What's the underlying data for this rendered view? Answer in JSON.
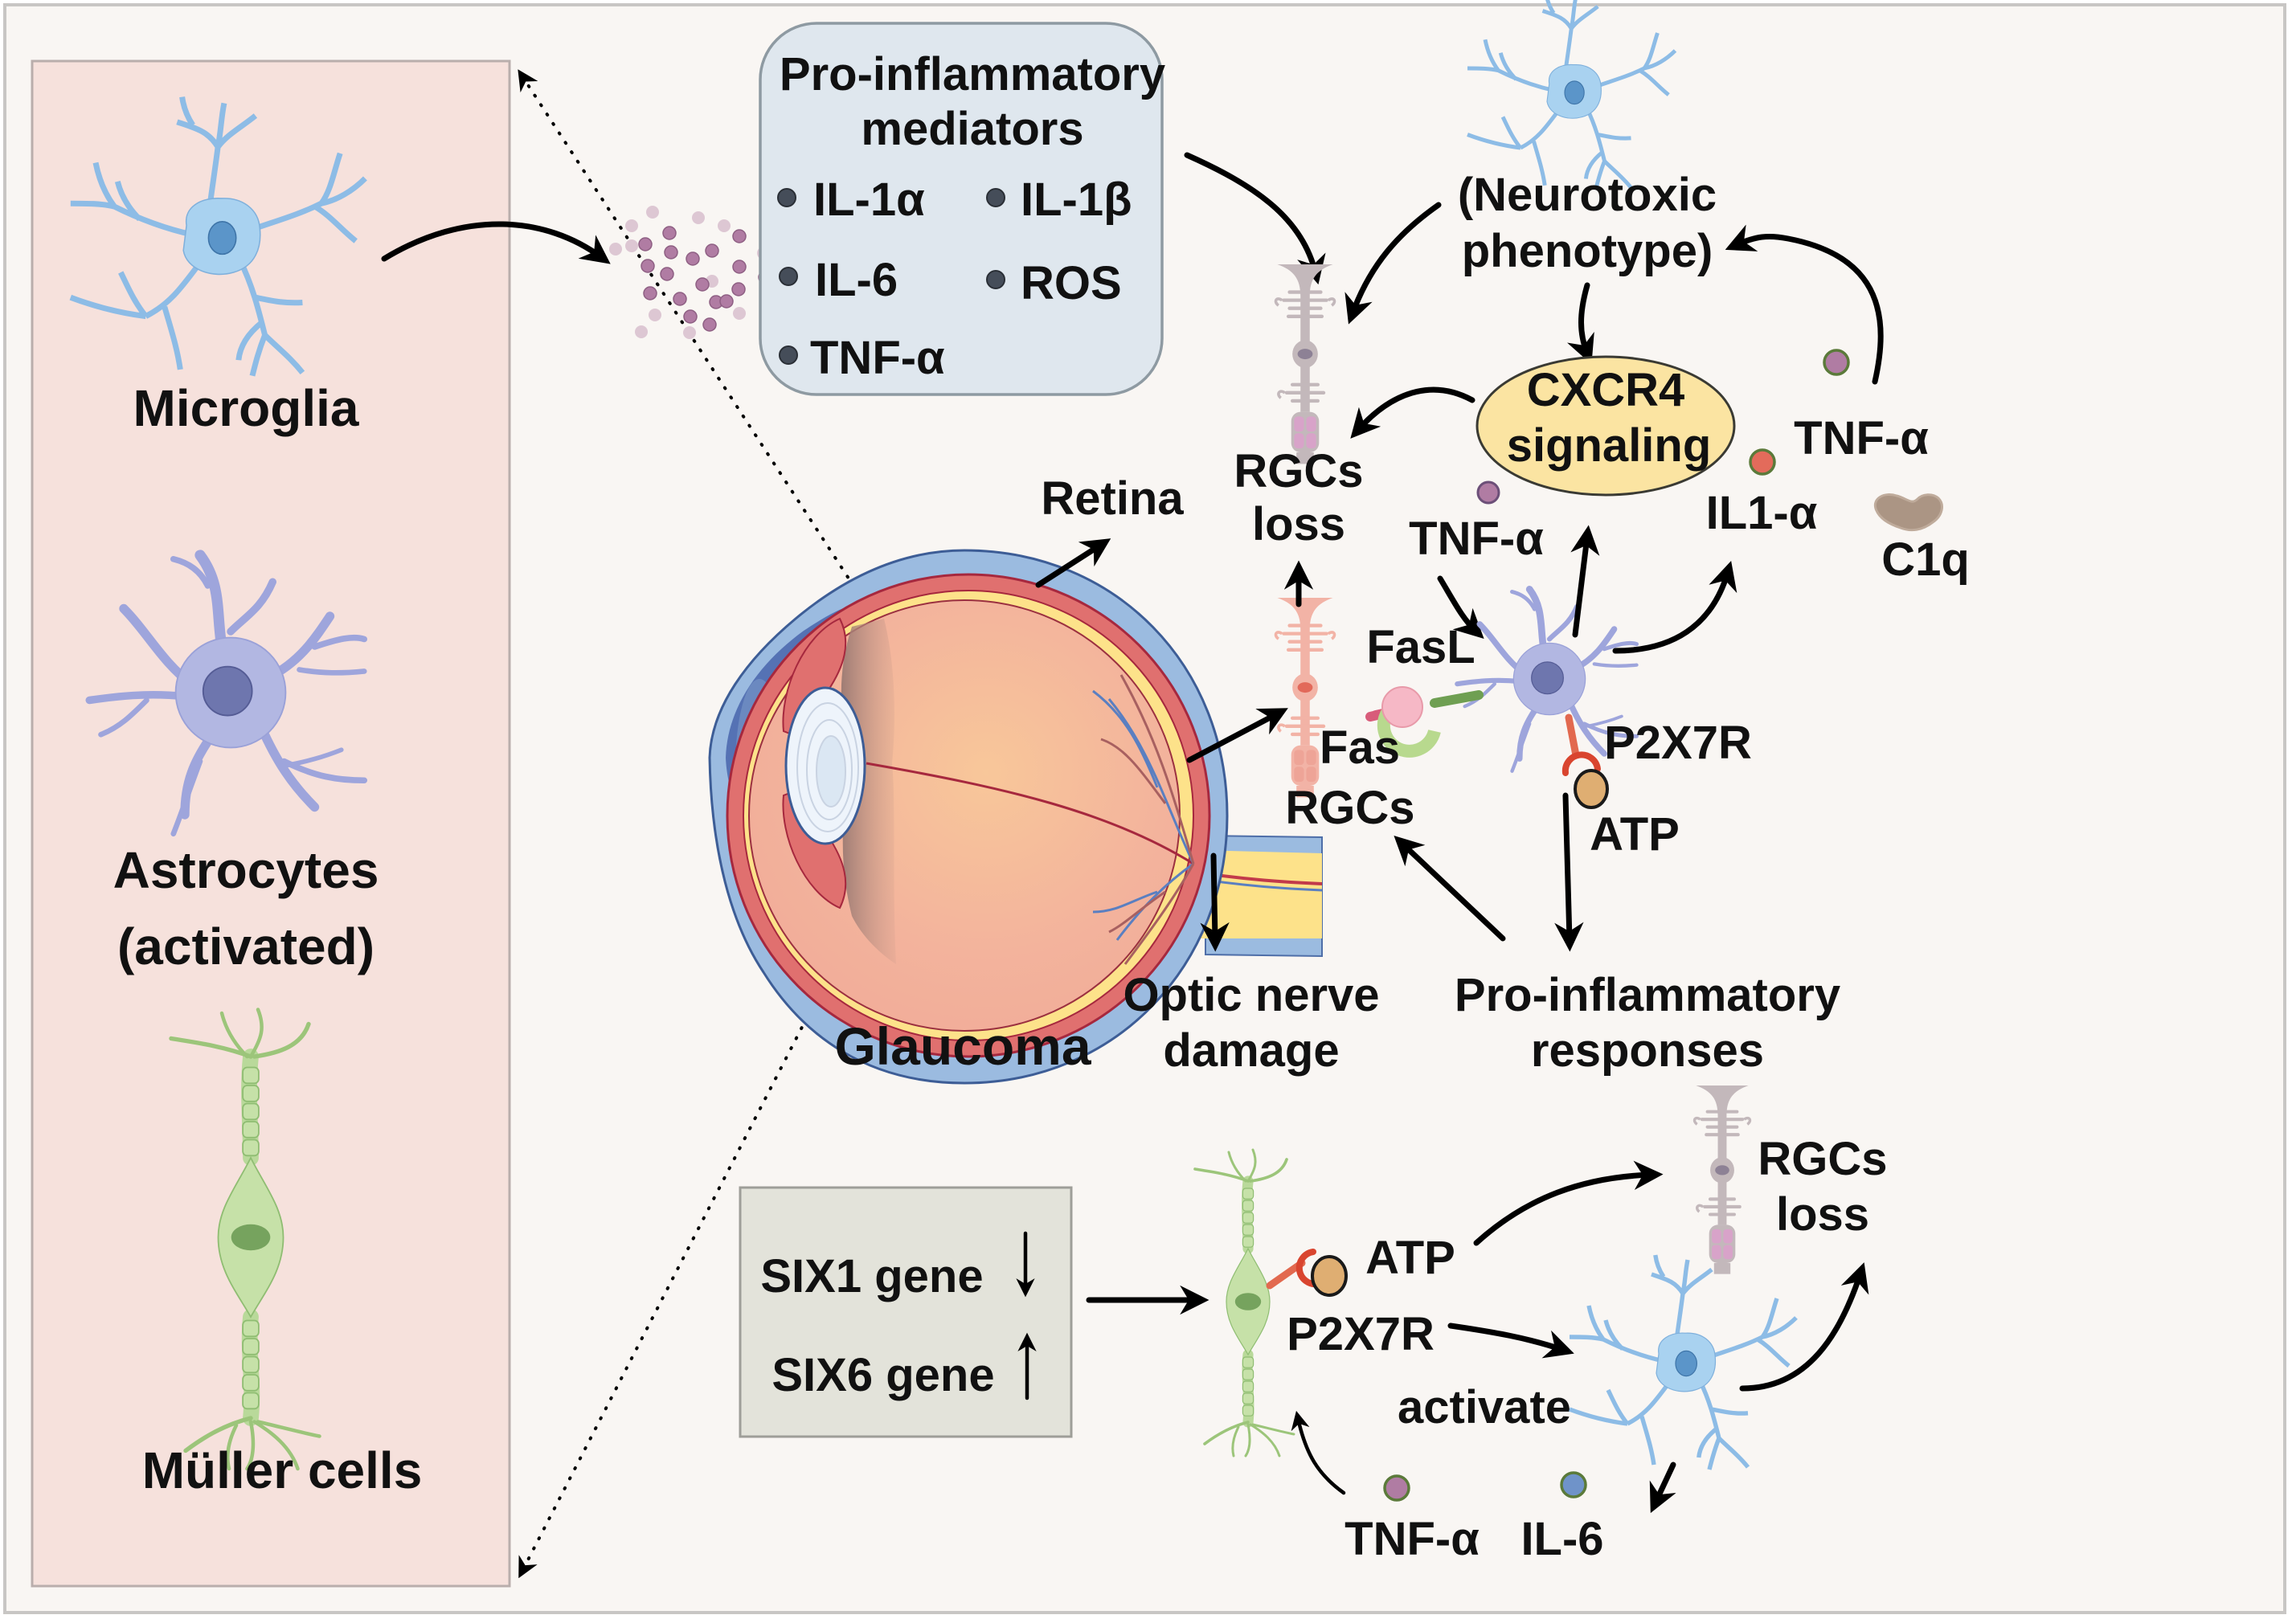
{
  "colors": {
    "background": "#f9f6f3",
    "frame_border": "#c8c6c4",
    "left_panel_fill": "#f6e1dc",
    "mediators_box_fill": "#dfe7ee",
    "six_box_fill": "#e3e3da",
    "cxcr4_fill": "#fbe4a2",
    "microglia_blue": "#a9d2f0",
    "astrocyte_purple": "#b2b7e2",
    "muller_green": "#c6e1a8",
    "tnf_dot": "#b07ca3",
    "il1a_dot": "#e36b5b",
    "il6_dot": "#6f93c9",
    "atp": "#dfae72",
    "c1q": "#ab9584",
    "rgc_grey": "#c3b8bb",
    "rgc_pink": "#f2b3a6"
  },
  "left_panel": {
    "cells": [
      {
        "label_lines": [
          "Microglia"
        ],
        "icon": "microglia-icon"
      },
      {
        "label_lines": [
          "Astrocytes",
          "(activated)"
        ],
        "icon": "astrocyte-icon"
      },
      {
        "label_lines": [
          "Müller cells"
        ],
        "icon": "muller-cell-icon"
      }
    ]
  },
  "mediators_box": {
    "title_lines": [
      "Pro-inflammatory",
      "mediators"
    ],
    "items": [
      "IL-1α",
      "IL-1β",
      "IL-6",
      "ROS",
      "TNF-α"
    ]
  },
  "top_section": {
    "neurotoxic_lines": [
      "(Neurotoxic",
      "phenotype)"
    ],
    "cxcr4_lines": [
      "CXCR4",
      "signaling"
    ],
    "rgcs_loss_lines": [
      "RGCs",
      "loss"
    ],
    "retina": "Retina",
    "tnf_right": "TNF-α",
    "il1a": "IL1-α",
    "c1q": "C1q",
    "tnf_mid": "TNF-α",
    "fasl": "FasL",
    "fas": "Fas",
    "rgcs": "RGCs",
    "p2x7r": "P2X7R",
    "atp": "ATP",
    "glaucoma": "Glaucoma",
    "optic_nerve_lines": [
      "Optic nerve",
      "damage"
    ],
    "proinflam_responses_lines": [
      "Pro-inflammatory",
      "responses"
    ]
  },
  "bottom_section": {
    "six1": "SIX1 gene",
    "six6": "SIX6 gene",
    "six1_direction": "down",
    "six6_direction": "up",
    "atp": "ATP",
    "p2x7r": "P2X7R",
    "activate": "activate",
    "rgcs_loss_lines": [
      "RGCs",
      "loss"
    ],
    "tnf": "TNF-α",
    "il6": "IL-6"
  }
}
